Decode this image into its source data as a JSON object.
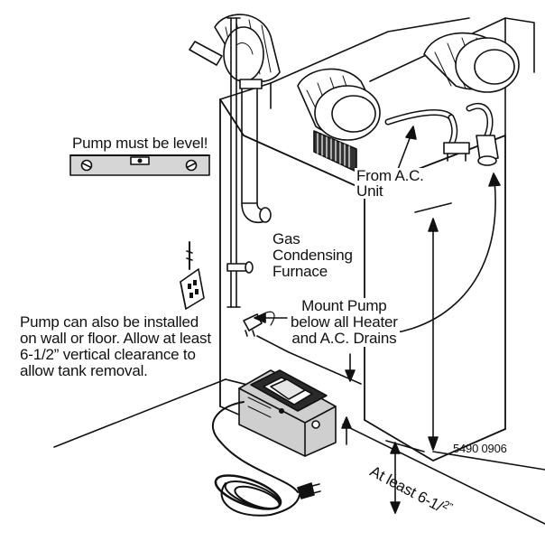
{
  "labels": {
    "level_note": "Pump must be level!",
    "from_ac_line1": "From A.C.",
    "from_ac_line2": "Unit",
    "furnace_line1": "Gas",
    "furnace_line2": "Condensing",
    "furnace_line3": "Furnace",
    "mount_line1": "Mount Pump",
    "mount_line2": "below all Heater",
    "mount_line3": "and A.C. Drains",
    "install_line1": "Pump can also be installed",
    "install_line2": "on wall or floor. Allow at least",
    "install_line3": "6-1/2” vertical clearance to",
    "install_line4": "allow tank removal.",
    "clearance_prefix": "At least 6-1/",
    "clearance_suffix": "2”",
    "part_number": "5490 0906"
  },
  "colors": {
    "line": "#111111",
    "shade": "#cfcfcf",
    "dark": "#2a2a2a"
  }
}
